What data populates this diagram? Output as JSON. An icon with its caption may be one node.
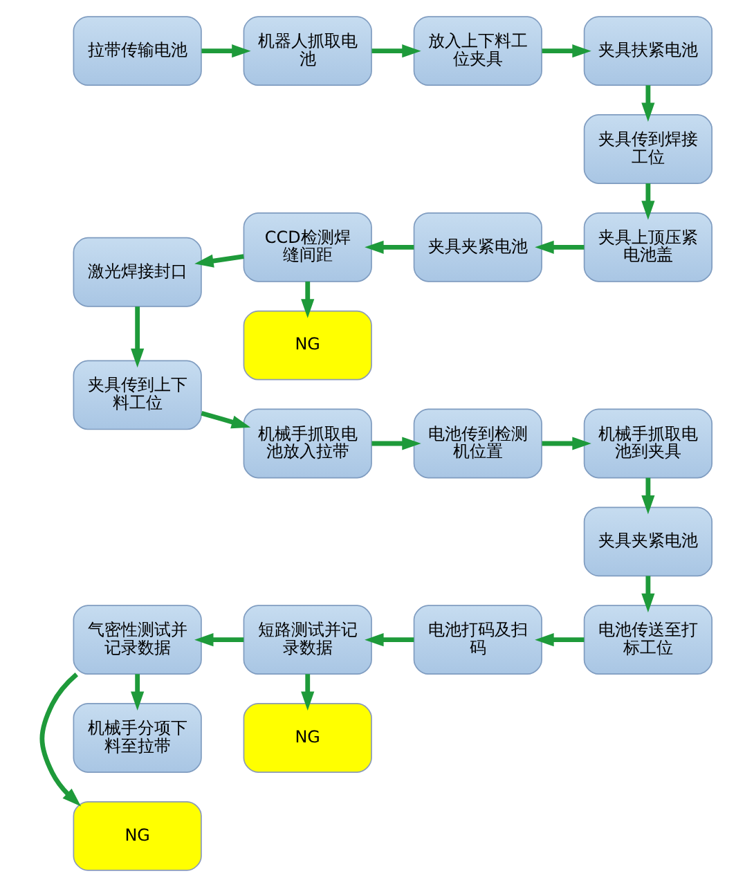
{
  "diagram": {
    "nodes": [
      {
        "text": [
          "拉带传输电池"
        ]
      },
      {
        "text": [
          "机器人抓取电池"
        ]
      },
      {
        "text": [
          "放入上下料工位夹具"
        ]
      },
      {
        "text": [
          "夹具扶紧电池"
        ]
      },
      {
        "text": [
          "NG"
        ]
      },
      {
        "text": [
          "夹具传到焊接工位"
        ]
      },
      {
        "text": [
          "激光焊接封口"
        ]
      },
      {
        "text": [
          "CCD检测焊缝间距"
        ]
      },
      {
        "text": [
          "夹具夹紧电池"
        ]
      },
      {
        "text": [
          "夹具上顶压紧电池盖"
        ]
      },
      {
        "text": [
          "夹具传到上下料工位"
        ]
      },
      {
        "text": [
          "机械手抓取电池放入拉带"
        ]
      },
      {
        "text": [
          "电池传到检测机位置"
        ]
      },
      {
        "text": [
          "机械手抓取电池到夹具"
        ]
      },
      {
        "text": [
          "NG"
        ]
      },
      {
        "text": [
          "NG"
        ]
      },
      {
        "text": [
          "夹具夹紧电池"
        ]
      },
      {
        "text": [
          "气密性测试并记录数据"
        ]
      },
      {
        "text": [
          "短路测试并记录数据"
        ]
      },
      {
        "text": [
          "电池打码及扫码"
        ]
      },
      {
        "text": [
          "电池传送至打标工位"
        ]
      },
      {
        "text": [
          "机械手分项下料至拉带"
        ]
      }
    ],
    "edges": [
      {
        "from": 0,
        "to": 1,
        "arrow": "to"
      },
      {
        "from": 1,
        "to": 2,
        "arrow": "to"
      },
      {
        "from": 2,
        "to": 3,
        "arrow": "to"
      },
      {
        "from": 3,
        "to": 5,
        "arrow": "to"
      },
      {
        "from": 5,
        "to": 9,
        "arrow": "to"
      },
      {
        "from": 9,
        "to": 8,
        "arrow": "to"
      },
      {
        "from": 8,
        "to": 7,
        "arrow": "to"
      },
      {
        "from": 7,
        "to": 4,
        "arrow": "to"
      },
      {
        "from": 7,
        "to": 6,
        "arrow": "to"
      },
      {
        "from": 6,
        "to": 10,
        "arrow": "to"
      },
      {
        "from": 10,
        "to": 11,
        "arrow": "to"
      },
      {
        "from": 11,
        "to": 12,
        "arrow": "to"
      },
      {
        "from": 12,
        "to": 13,
        "arrow": "to"
      },
      {
        "from": 13,
        "to": 16,
        "arrow": "to"
      },
      {
        "from": 16,
        "to": 20,
        "arrow": "to"
      },
      {
        "from": 20,
        "to": 19,
        "arrow": "to"
      },
      {
        "from": 19,
        "to": 18,
        "arrow": "to"
      },
      {
        "from": 18,
        "to": 15,
        "arrow": "to"
      },
      {
        "from": 18,
        "to": 17,
        "arrow": "to"
      },
      {
        "from": 17,
        "to": 14,
        "arrow": "to"
      },
      {
        "from": 17,
        "to": 21,
        "arrow": "to"
      }
    ]
  }
}
